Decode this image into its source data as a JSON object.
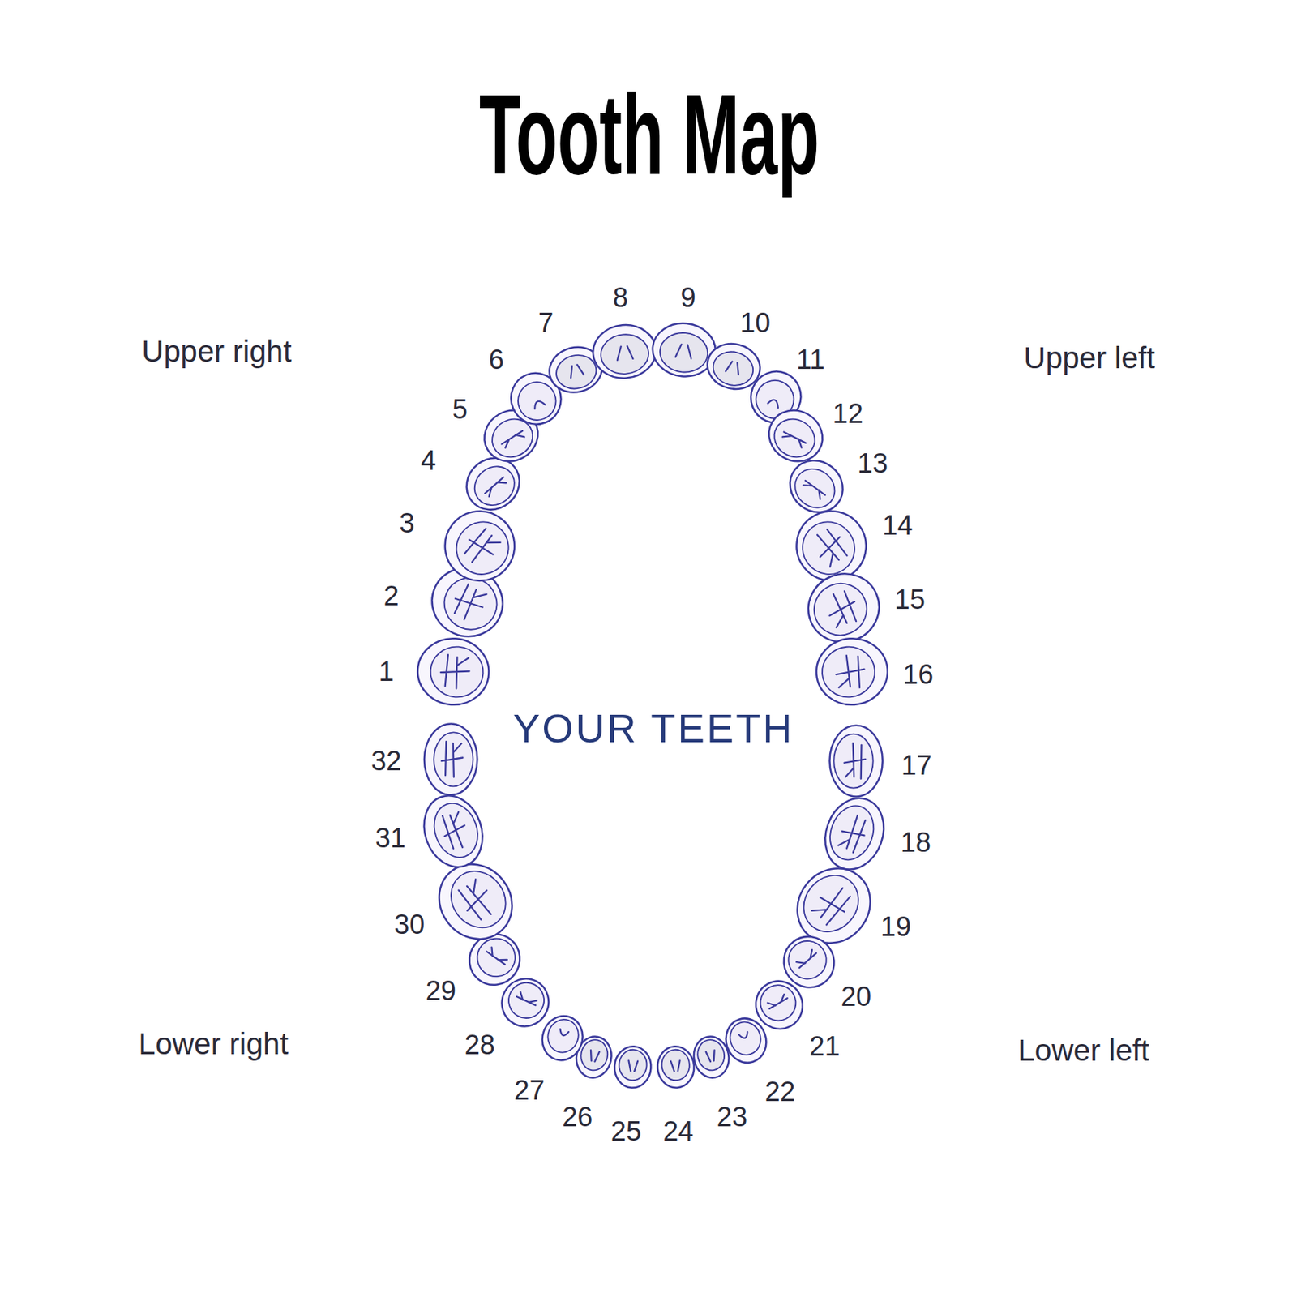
{
  "diagram": {
    "title": "Tooth Map",
    "labels": [
      "Upper right",
      "Upper left",
      "Lower right",
      "Lower left",
      "YOUR TEETH",
      "1",
      "2",
      "3",
      "4",
      "5",
      "6",
      "7",
      "8",
      "9",
      "10",
      "11",
      "12",
      "13",
      "14",
      "15",
      "16",
      "17",
      "18",
      "19",
      "20",
      "21",
      "22",
      "23",
      "24",
      "25",
      "26",
      "27",
      "28",
      "29",
      "30",
      "31",
      "32"
    ]
  }
}
